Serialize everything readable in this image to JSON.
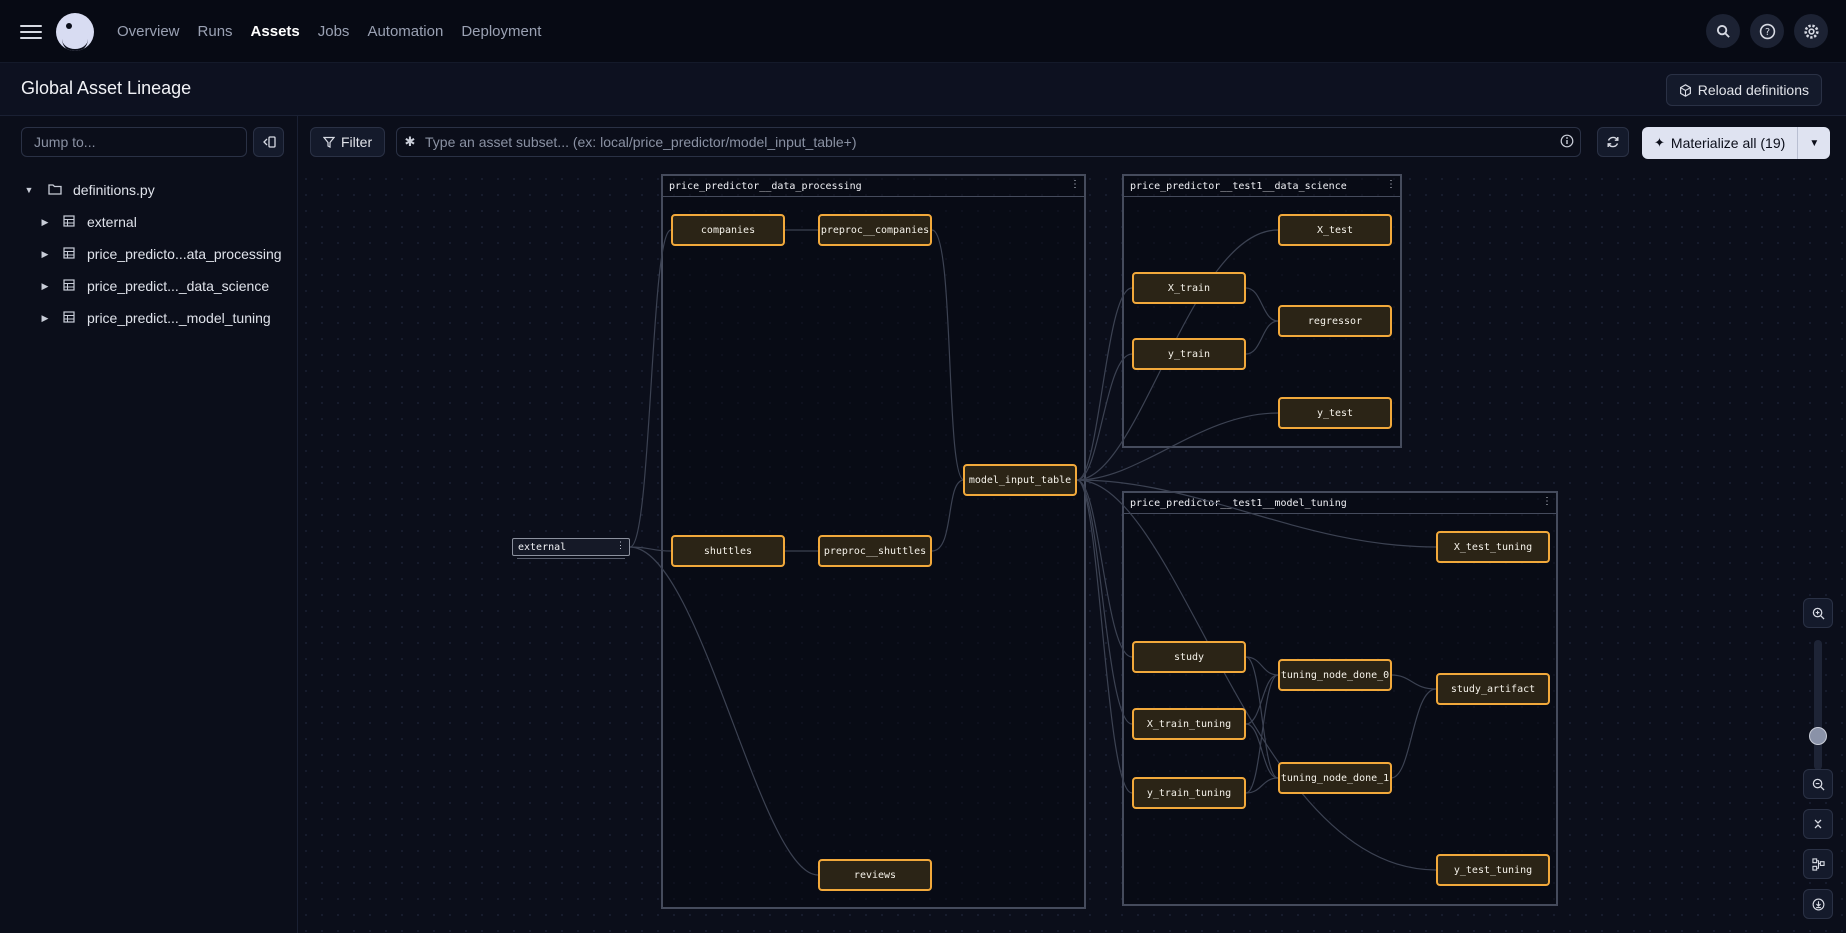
{
  "nav": {
    "links": [
      "Overview",
      "Runs",
      "Assets",
      "Jobs",
      "Automation",
      "Deployment"
    ],
    "active": "Assets"
  },
  "page": {
    "title": "Global Asset Lineage",
    "reload_label": "Reload definitions"
  },
  "sidebar": {
    "jump_placeholder": "Jump to...",
    "tree": [
      {
        "label": "definitions.py",
        "expanded": true,
        "icon": "folder-icon"
      },
      {
        "label": "external",
        "icon": "grid-icon"
      },
      {
        "label": "price_predicto...ata_processing",
        "icon": "grid-icon"
      },
      {
        "label": "price_predict..._data_science",
        "icon": "grid-icon"
      },
      {
        "label": "price_predict..._model_tuning",
        "icon": "grid-icon"
      }
    ]
  },
  "toolbar": {
    "filter_label": "Filter",
    "subset_placeholder": "Type an asset subset... (ex: local/price_predictor/model_input_table+)",
    "materialize_label": "Materialize all (19)"
  },
  "graph": {
    "external": "external",
    "groups": [
      {
        "name": "price_predictor__data_processing"
      },
      {
        "name": "price_predictor__test1__data_science"
      },
      {
        "name": "price_predictor__test1__model_tuning"
      }
    ],
    "nodes": {
      "companies": "companies",
      "preproc_companies": "preproc__companies",
      "shuttles": "shuttles",
      "preproc_shuttles": "preproc__shuttles",
      "reviews": "reviews",
      "model_input_table": "model_input_table",
      "x_test": "X_test",
      "x_train": "X_train",
      "regressor": "regressor",
      "y_train": "y_train",
      "y_test": "y_test",
      "x_test_tuning": "X_test_tuning",
      "study": "study",
      "tuning_node_done_0": "tuning_node_done_0",
      "study_artifact": "study_artifact",
      "x_train_tuning": "X_train_tuning",
      "tuning_node_done_1": "tuning_node_done_1",
      "y_train_tuning": "y_train_tuning",
      "y_test_tuning": "y_test_tuning"
    }
  },
  "colors": {
    "node_border": "#f2a93b",
    "node_fill": "#2b2416",
    "group_border": "#454b5c",
    "background": "#0b0e1a"
  }
}
